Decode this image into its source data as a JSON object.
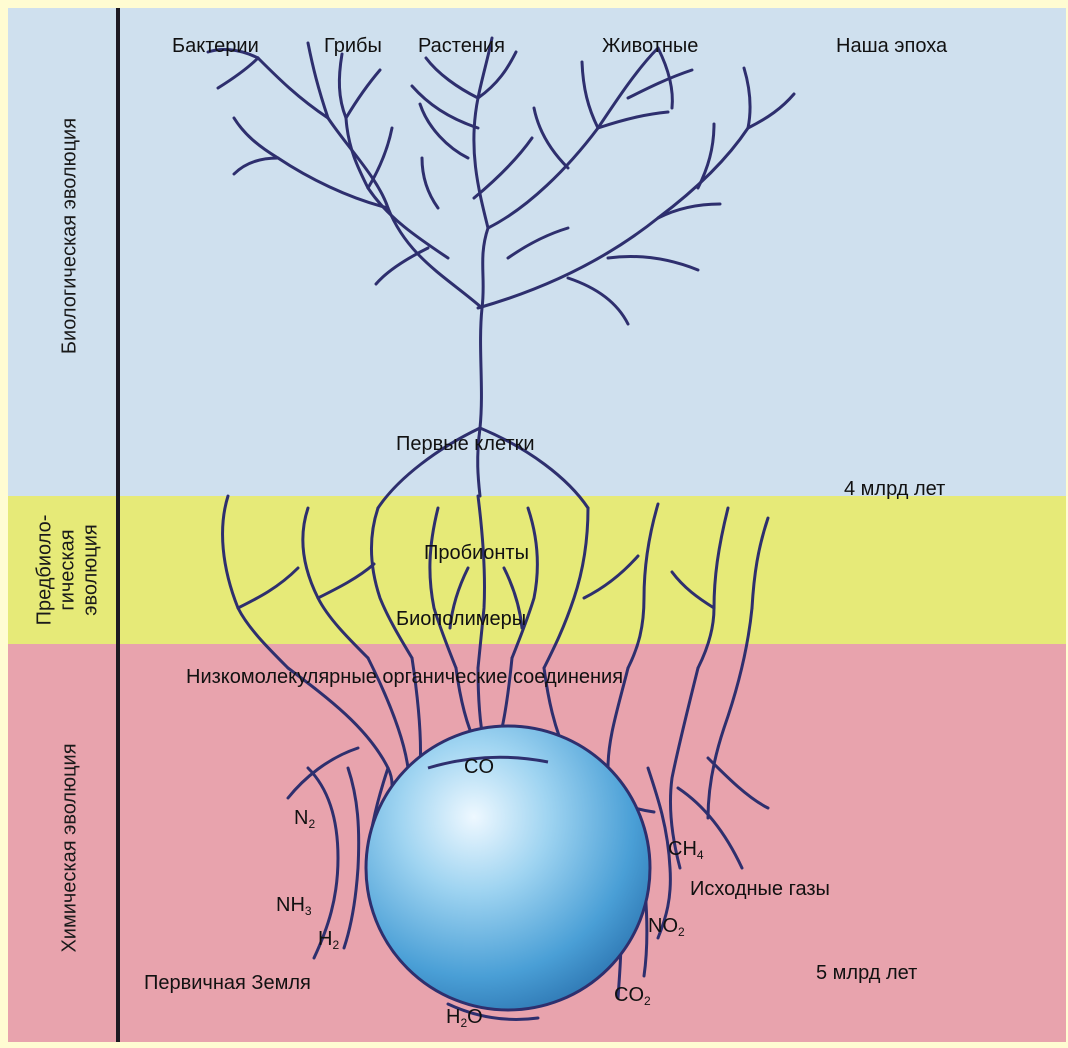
{
  "eras": {
    "biological": "Биологическая эволюция",
    "prebiological": "Предбиоло-\nгическая\nэволюция",
    "chemical": "Химическая эволюция"
  },
  "tree_top": {
    "bacteria": "Бактерии",
    "fungi": "Грибы",
    "plants": "Растения",
    "animals": "Животные",
    "our_era": "Наша эпоха"
  },
  "stages": {
    "first_cells": "Первые клетки",
    "probionts": "Пробионты",
    "biopolymers": "Биополимеры",
    "low_molecular": "Низкомолекулярные органические соединения",
    "initial_gases": "Исходные газы",
    "primordial_earth": "Первичная Земля"
  },
  "times": {
    "four_billion": "4 млрд лет",
    "five_billion": "5 млрд лет"
  },
  "gases": {
    "co": "CO",
    "n2_base": "N",
    "n2_sub": "2",
    "ch4_base": "CH",
    "ch4_sub": "4",
    "nh3_base": "NH",
    "nh3_sub": "3",
    "h2_base": "H",
    "h2_sub": "2",
    "no2_base": "NO",
    "no2_sub": "2",
    "co2_base": "CO",
    "co2_sub": "2",
    "h2o_h": "H",
    "h2o_sub": "2",
    "h2o_o": "O"
  },
  "colors": {
    "biological_band": "#cfe0ee",
    "prebiological_band": "#e6ea78",
    "chemical_band": "#e8a3ad",
    "frame": "#fffcd2",
    "branches": "#2e2f6e",
    "earth": "#4a9fd6"
  }
}
